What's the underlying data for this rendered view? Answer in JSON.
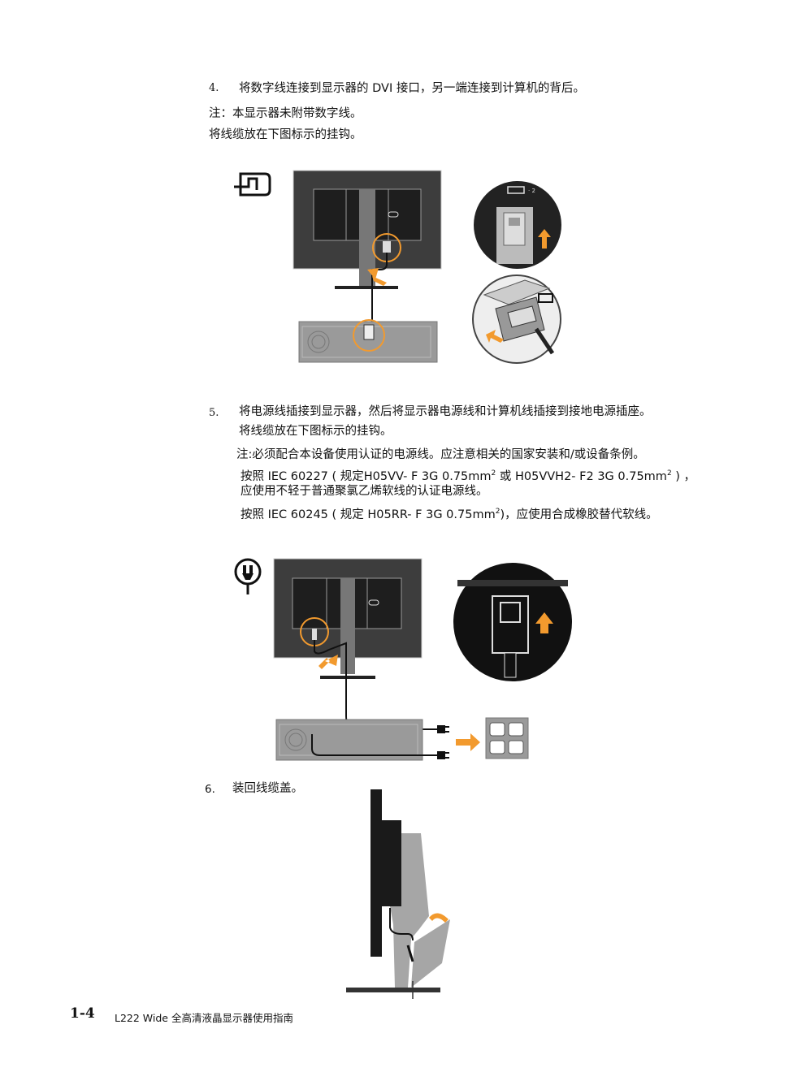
{
  "step4": {
    "number": "4.",
    "text": "将数字线连接到显示器的 DVI 接口，另一端连接到计算机的背后。",
    "note": "注：本显示器未附带数字线。",
    "note2": "将线缆放在下图标示的挂钩。",
    "port_badge": "· 2"
  },
  "step5": {
    "number": "5.",
    "text": "将电源线插接到显示器，然后将显示器电源线和计算机线插接到接地电源插座。",
    "text2": "将线缆放在下图标示的挂钩。",
    "note_line1": "注:必须配合本设备使用认证的电源线。应注意相关的国家安装和/或设备条例。",
    "note_line2_a": "按照 IEC 60227 ( 规定H05VV- F 3G 0.75mm",
    "note_line2_sup1": "2",
    "note_line2_b": "或 H05VVH2- F2 3G 0.75mm",
    "note_line2_sup2": "2",
    "note_line2_c": ") ，",
    "note_line3": "应使用不轻于普通聚氯乙烯软线的认证电源线。",
    "note_line4_a": "按照 IEC 60245 ( 规定  H05RR- F 3G 0.75mm",
    "note_line4_sup": "2",
    "note_line4_b": ")，应使用合成橡胶替代软线。"
  },
  "step6": {
    "number": "6.",
    "text": "装回线缆盖。"
  },
  "footer": {
    "page_number": "1-4",
    "title": "L222 Wide 全高清液晶显示器使用指南"
  },
  "icons": [
    "dvi-connector-icon",
    "power-plug-icon",
    "arrow-icon",
    "outlet-icon"
  ],
  "colors": {
    "accent": "#f29a2e",
    "panel": "#3d3d3d",
    "pc_case": "#9a9a9a"
  }
}
